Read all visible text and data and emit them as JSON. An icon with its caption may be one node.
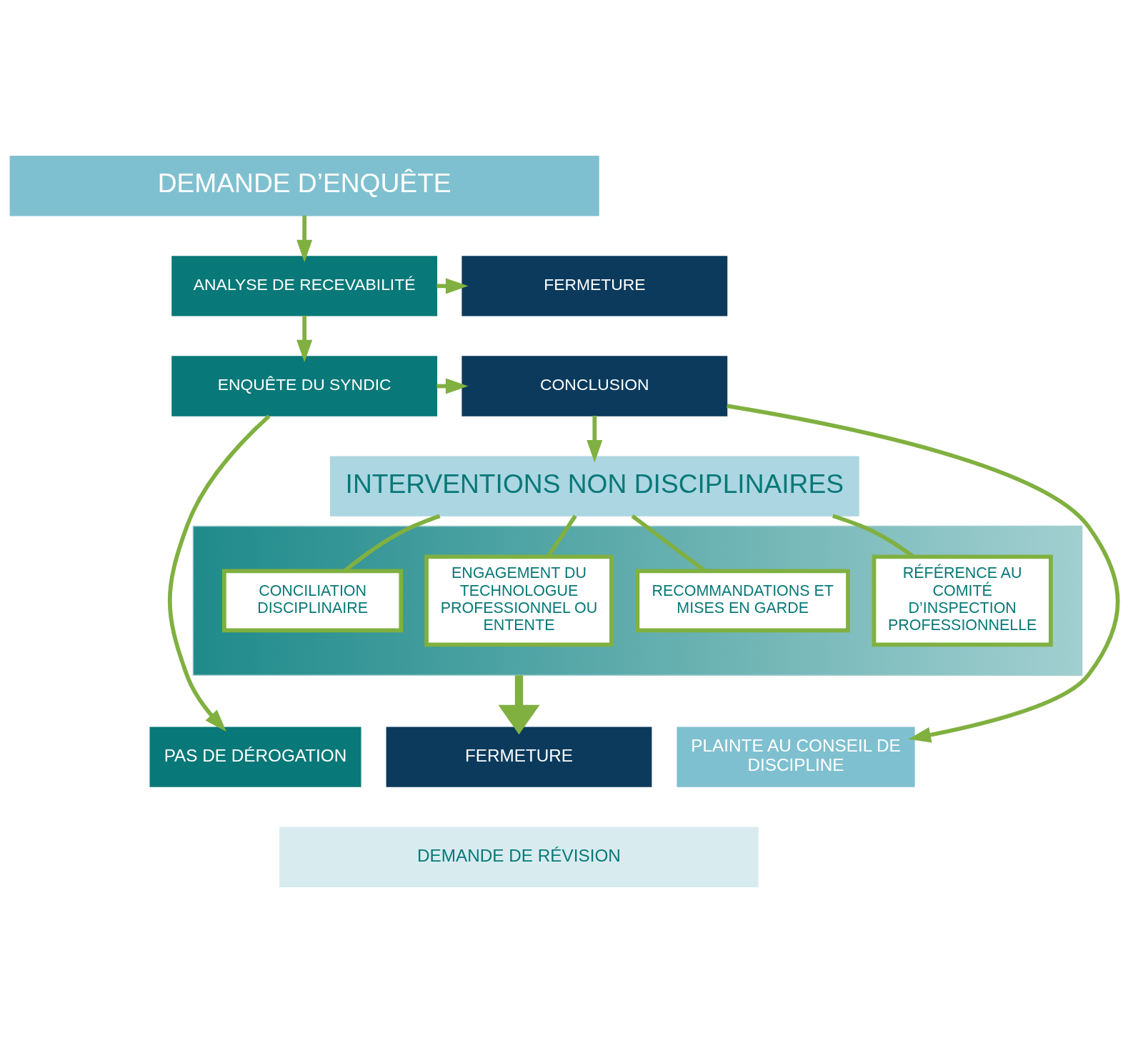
{
  "diagram": {
    "nodes": [
      {
        "text": [
          "DEMANDE D’ENQUÊTE"
        ]
      },
      {
        "text": [
          "ANALYSE DE RECEVABILITÉ"
        ]
      },
      {
        "text": [
          "FERMETURE"
        ]
      },
      {
        "text": [
          "ENQUÊTE DU SYNDIC"
        ]
      },
      {
        "text": [
          "CONCLUSION"
        ]
      },
      {
        "text": [],
        "shape": "box"
      },
      {
        "text": [
          "INTERVENTIONS NON DISCIPLINAIRES"
        ]
      },
      {
        "text": [
          "RÉFÉRENCE AU COMITÉ D’INSPECTION PROFESSIONNELLE"
        ],
        "in": 5
      },
      {
        "text": [
          "RECOMMANDATIONS ET MISES EN GARDE"
        ],
        "in": 5
      },
      {
        "text": [
          "ENGAGEMENT DU TECHNOLOGUE PROFESSIONNEL OU ENTENTE"
        ],
        "in": 5
      },
      {
        "text": [
          "CONCILIATION DISCIPLINAIRE"
        ],
        "in": 5
      },
      {
        "text": [
          "PAS DE DÉROGATION"
        ]
      },
      {
        "text": [
          "FERMETURE"
        ]
      },
      {
        "text": [
          "PLAINTE AU CONSEIL DE DISCIPLINE"
        ]
      },
      {
        "text": [
          "DEMANDE DE RÉVISION"
        ]
      }
    ],
    "edges": [
      {
        "from": 0,
        "to": 1,
        "arrow": "to"
      },
      {
        "from": 1,
        "to": 2,
        "arrow": "to"
      },
      {
        "from": 1,
        "to": 3,
        "arrow": "to"
      },
      {
        "from": 3,
        "to": 4,
        "arrow": "to"
      },
      {
        "from": 4,
        "to": 6,
        "arrow": "to"
      },
      {
        "from": 6,
        "to": 7,
        "arrow": "none"
      },
      {
        "from": 6,
        "to": 8,
        "arrow": "none"
      },
      {
        "from": 6,
        "to": 9,
        "arrow": "none"
      },
      {
        "from": 6,
        "to": 10,
        "arrow": "none"
      },
      {
        "from": 5,
        "to": 12,
        "arrow": "to",
        "style": "thick"
      },
      {
        "from": 3,
        "to": 11,
        "arrow": "to"
      },
      {
        "from": 4,
        "to": 13,
        "arrow": "to"
      }
    ]
  }
}
